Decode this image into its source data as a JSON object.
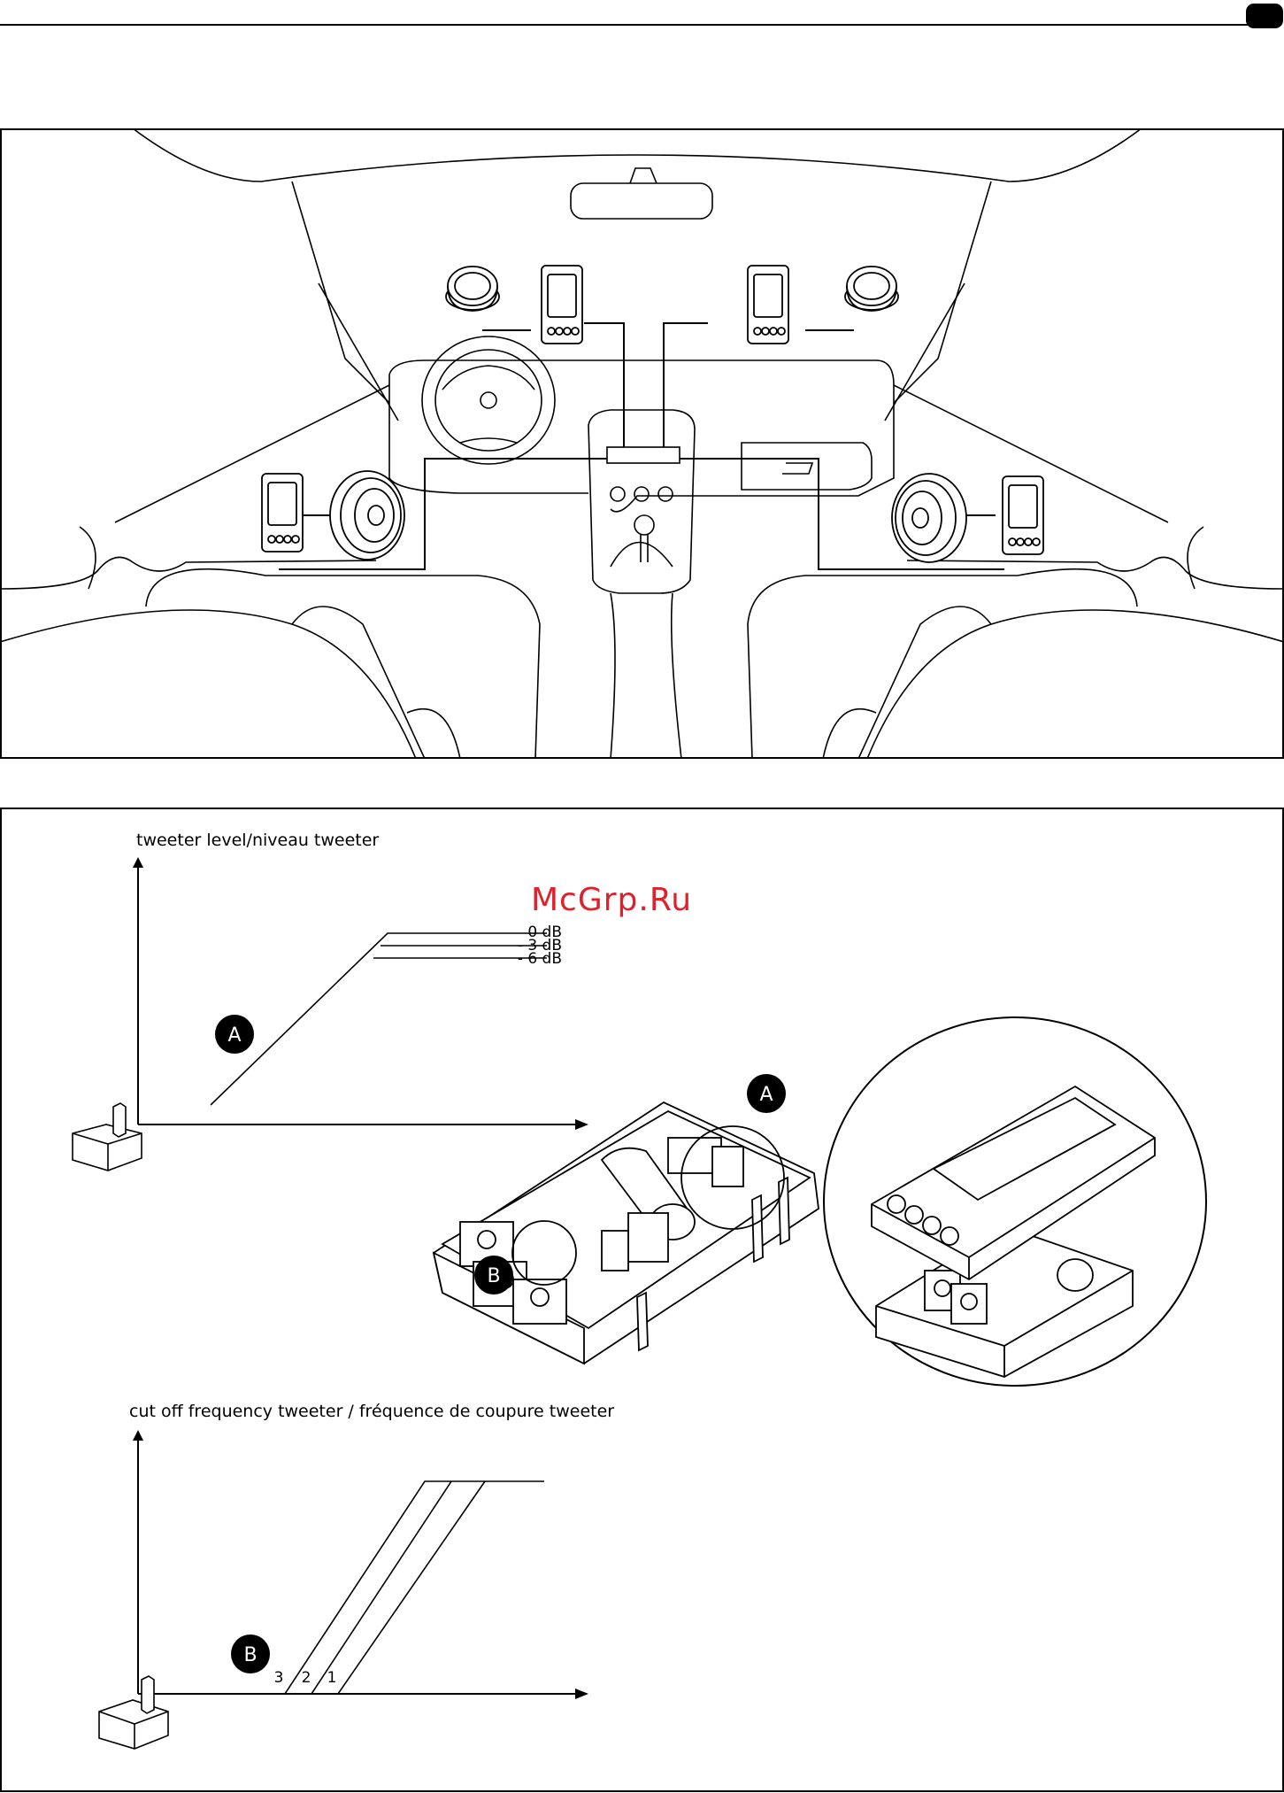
{
  "header": {
    "page_tab": ""
  },
  "install_diagram": {
    "description_hidden": ""
  },
  "level_graph": {
    "axis_label": "tweeter level/niveau tweeter",
    "levels": [
      "0 dB",
      "- 3 dB",
      "- 6 dB"
    ],
    "marker": "A"
  },
  "crossover": {
    "marker_a": "A",
    "marker_b": "B"
  },
  "cutoff_graph": {
    "axis_label": "cut off frequency tweeter / fréquence de coupure tweeter",
    "positions": [
      "3",
      "2",
      "1"
    ],
    "marker": "B"
  },
  "watermark": "McGrp.Ru"
}
